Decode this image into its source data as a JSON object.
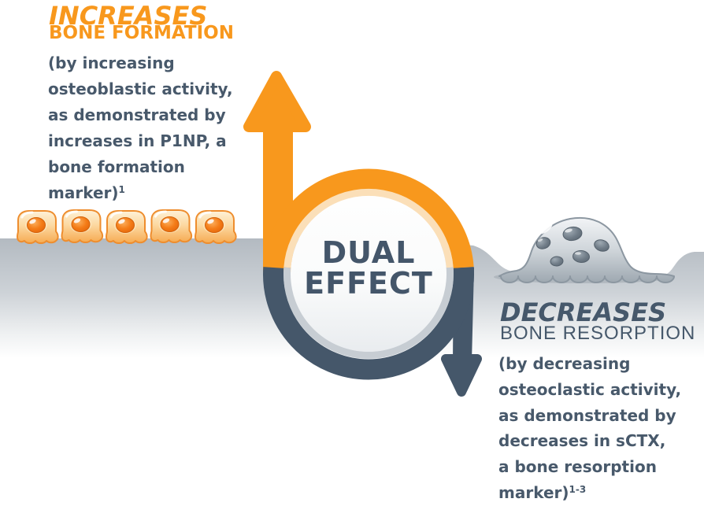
{
  "figure": {
    "left": {
      "heading_line1": "INCREASES",
      "heading_line2": "BONE FORMATION",
      "body_lines": [
        "(by increasing",
        "osteoblastic activity,",
        "as demonstrated by",
        "increases in P1NP, a",
        "bone formation",
        "marker)"
      ],
      "marker_superscript": "1"
    },
    "center": {
      "label_line1": "DUAL",
      "label_line2": "EFFECT"
    },
    "right": {
      "heading_line1": "DECREASES",
      "heading_line2": "BONE RESORPTION",
      "body_lines": [
        "(by decreasing",
        "osteoclastic activity,",
        "as demonstrated by",
        "decreases in sCTX,",
        "a bone resorption",
        "marker)"
      ],
      "marker_superscript": "1-3"
    }
  },
  "palette": {
    "orange_accent": "#F8981D",
    "slate_accent": "#45576A",
    "text_slate": "#48596B",
    "bone_surface_gray": "#B3BAC1",
    "osteoblast_orange": "#F6AB52",
    "osteoclast_gray": "#9EA8B1"
  }
}
